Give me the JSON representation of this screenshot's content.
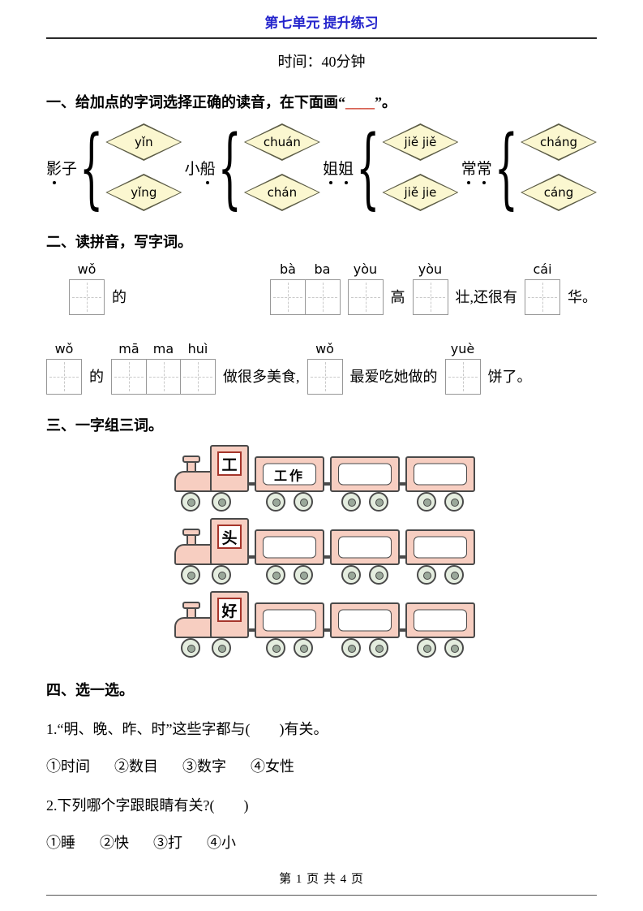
{
  "page": {
    "title": "第七单元 提升练习",
    "time": "时间：40分钟",
    "footer": "第 1 页 共 4 页"
  },
  "colors": {
    "title_blue": "#2424cc",
    "blank_red": "#cc3322",
    "diamond_fill": "#fbf7d0",
    "train_body": "#f7cec1",
    "head_box_border": "#a5352b"
  },
  "section1": {
    "heading_pre": "一、给加点的字词选择正确的读音，在下面画“",
    "heading_blank": "____",
    "heading_post": "”。",
    "groups": [
      {
        "chars": [
          "影",
          "子"
        ],
        "options": [
          "yǐn",
          "yǐng"
        ]
      },
      {
        "chars": [
          "小",
          "船"
        ],
        "options": [
          "chuán",
          "chán"
        ]
      },
      {
        "chars": [
          "姐",
          "姐"
        ],
        "options": [
          "jiě jiě",
          "jiě jie"
        ]
      },
      {
        "chars": [
          "常",
          "常"
        ],
        "options": [
          "cháng",
          "cáng"
        ]
      }
    ]
  },
  "section2": {
    "heading": "二、读拼音，写字词。",
    "row1": {
      "py1": "wǒ",
      "t1": "的",
      "py2a": "bà",
      "py2b": "ba",
      "py3": "yòu",
      "t2": "高",
      "py4": "yòu",
      "t3": "壮,还很有",
      "py5": "cái",
      "t4": "华。"
    },
    "row2": {
      "py1": "wǒ",
      "t1": "的",
      "py2a": "mā",
      "py2b": "ma",
      "py3": "huì",
      "t2": "做很多美食,",
      "py4": "wǒ",
      "t3": "最爱吃她做的",
      "py5": "yuè",
      "t4": "饼了。"
    }
  },
  "section3": {
    "heading": "三、一字组三词。",
    "trains": [
      {
        "head": "工",
        "cars": [
          "工作",
          "",
          ""
        ]
      },
      {
        "head": "头",
        "cars": [
          "",
          "",
          ""
        ]
      },
      {
        "head": "好",
        "cars": [
          "",
          "",
          ""
        ]
      }
    ]
  },
  "section4": {
    "heading": "四、选一选。",
    "q1": {
      "text": "1.“明、晚、昨、时”这些字都与(　　)有关。",
      "options": [
        "①时间",
        "②数目",
        "③数字",
        "④女性"
      ]
    },
    "q2": {
      "text": "2.下列哪个字跟眼睛有关?(　　)",
      "options": [
        "①睡",
        "②快",
        "③打",
        "④小"
      ]
    }
  }
}
